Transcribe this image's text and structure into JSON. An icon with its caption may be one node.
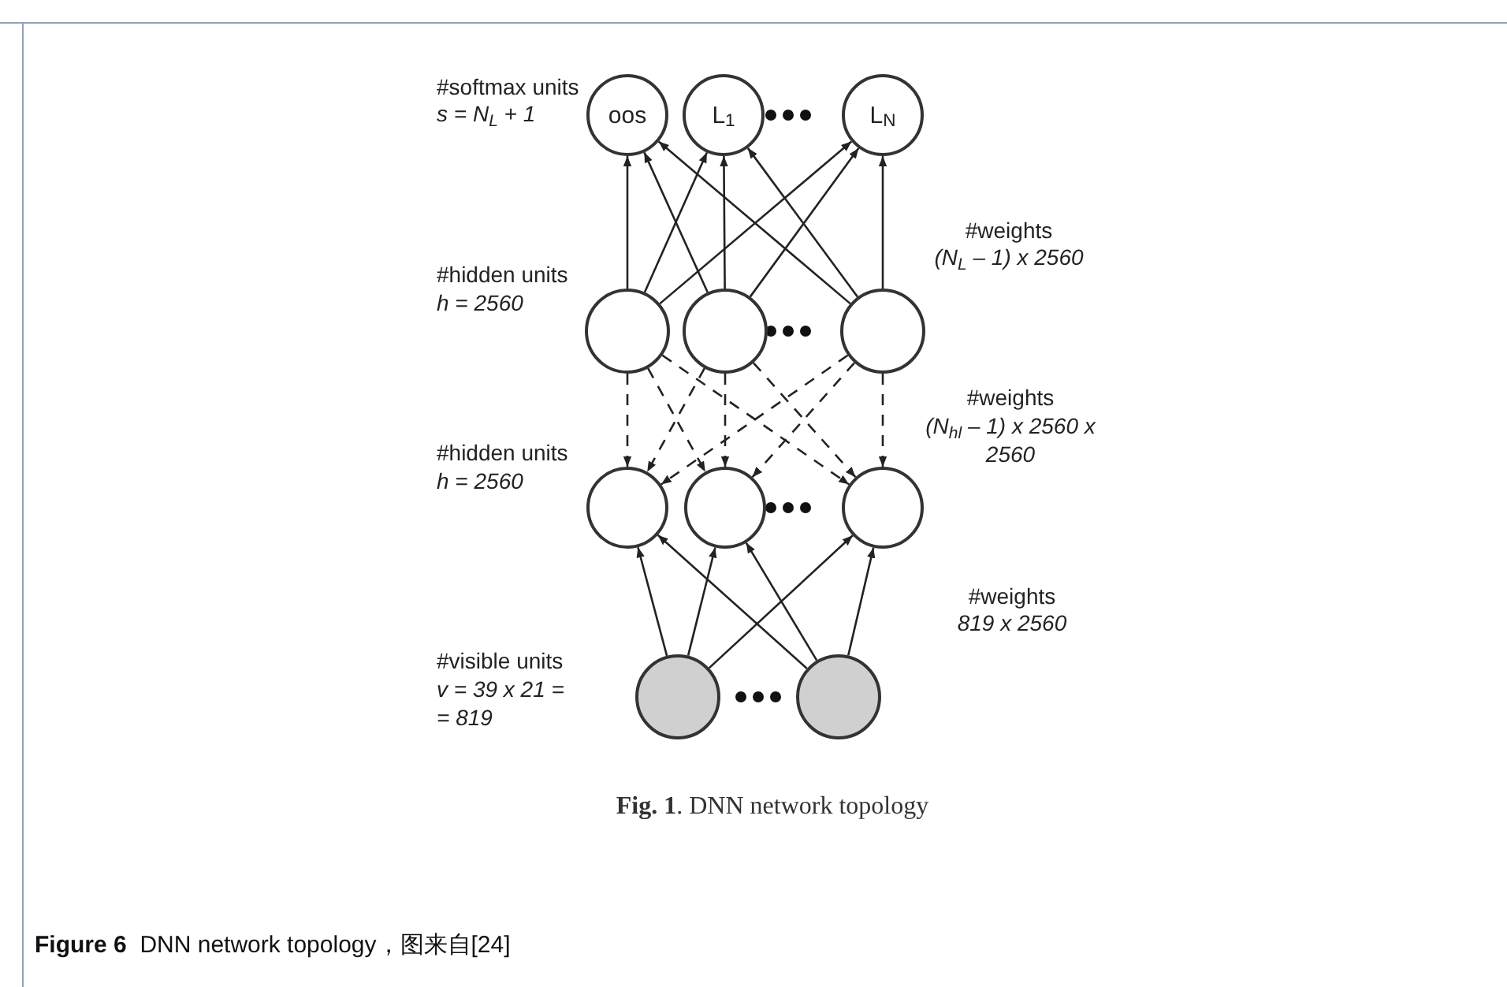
{
  "diagram": {
    "caption": "**Figure 6**  DNN network topology，图来自[24]",
    "nodes": [
      {
        "text": [
          "oos"
        ]
      },
      {
        "text": [
          "L$_{1}$"
        ]
      },
      {
        "text": [
          "L$_{N}$"
        ]
      },
      {
        "text": [],
        "shape": "circle"
      },
      {
        "text": [],
        "shape": "circle"
      },
      {
        "text": [],
        "shape": "circle"
      },
      {
        "text": [],
        "shape": "circle"
      },
      {
        "text": [],
        "shape": "circle"
      },
      {
        "text": [],
        "shape": "circle"
      },
      {
        "text": [],
        "shape": "circle"
      },
      {
        "text": [],
        "shape": "circle"
      }
    ],
    "edges": [
      {
        "from": 3,
        "to": 0,
        "arrow": "to"
      },
      {
        "from": 3,
        "to": 1,
        "arrow": "to"
      },
      {
        "from": 3,
        "to": 2,
        "arrow": "to"
      },
      {
        "from": 4,
        "to": 0,
        "arrow": "to"
      },
      {
        "from": 4,
        "to": 1,
        "arrow": "to"
      },
      {
        "from": 4,
        "to": 2,
        "arrow": "to"
      },
      {
        "from": 5,
        "to": 0,
        "arrow": "to"
      },
      {
        "from": 5,
        "to": 1,
        "arrow": "to"
      },
      {
        "from": 5,
        "to": 2,
        "arrow": "to"
      },
      {
        "from": 3,
        "to": 6,
        "arrow": "to",
        "style": "dashed"
      },
      {
        "from": 3,
        "to": 7,
        "arrow": "to",
        "style": "dashed"
      },
      {
        "from": 3,
        "to": 8,
        "arrow": "to",
        "style": "dashed"
      },
      {
        "from": 4,
        "to": 6,
        "arrow": "to",
        "style": "dashed"
      },
      {
        "from": 4,
        "to": 7,
        "arrow": "to",
        "style": "dashed"
      },
      {
        "from": 4,
        "to": 8,
        "arrow": "to",
        "style": "dashed"
      },
      {
        "from": 5,
        "to": 6,
        "arrow": "to",
        "style": "dashed"
      },
      {
        "from": 5,
        "to": 7,
        "arrow": "to",
        "style": "dashed"
      },
      {
        "from": 5,
        "to": 8,
        "arrow": "to",
        "style": "dashed"
      },
      {
        "from": 9,
        "to": 6,
        "arrow": "to"
      },
      {
        "from": 9,
        "to": 7,
        "arrow": "to"
      },
      {
        "from": 9,
        "to": 8,
        "arrow": "to"
      },
      {
        "from": 10,
        "to": 6,
        "arrow": "to"
      },
      {
        "from": 10,
        "to": 7,
        "arrow": "to"
      },
      {
        "from": 10,
        "to": 8,
        "arrow": "to"
      }
    ],
    "labels": [
      "#softmax units",
      "s = N$_{L}$ + 1",
      "#weights",
      "(N$_{L}$ – 1) x 2560",
      "#hidden units",
      "h = 2560",
      "#weights",
      "(N$_{hl}$ – 1) x 2560 x 2560",
      "#hidden units",
      "h = 2560",
      "#weights",
      "819 x 2560",
      "#visible units",
      "v = 39 x 21 = = 819",
      "**Fig. 1**. DNN network topology"
    ]
  }
}
